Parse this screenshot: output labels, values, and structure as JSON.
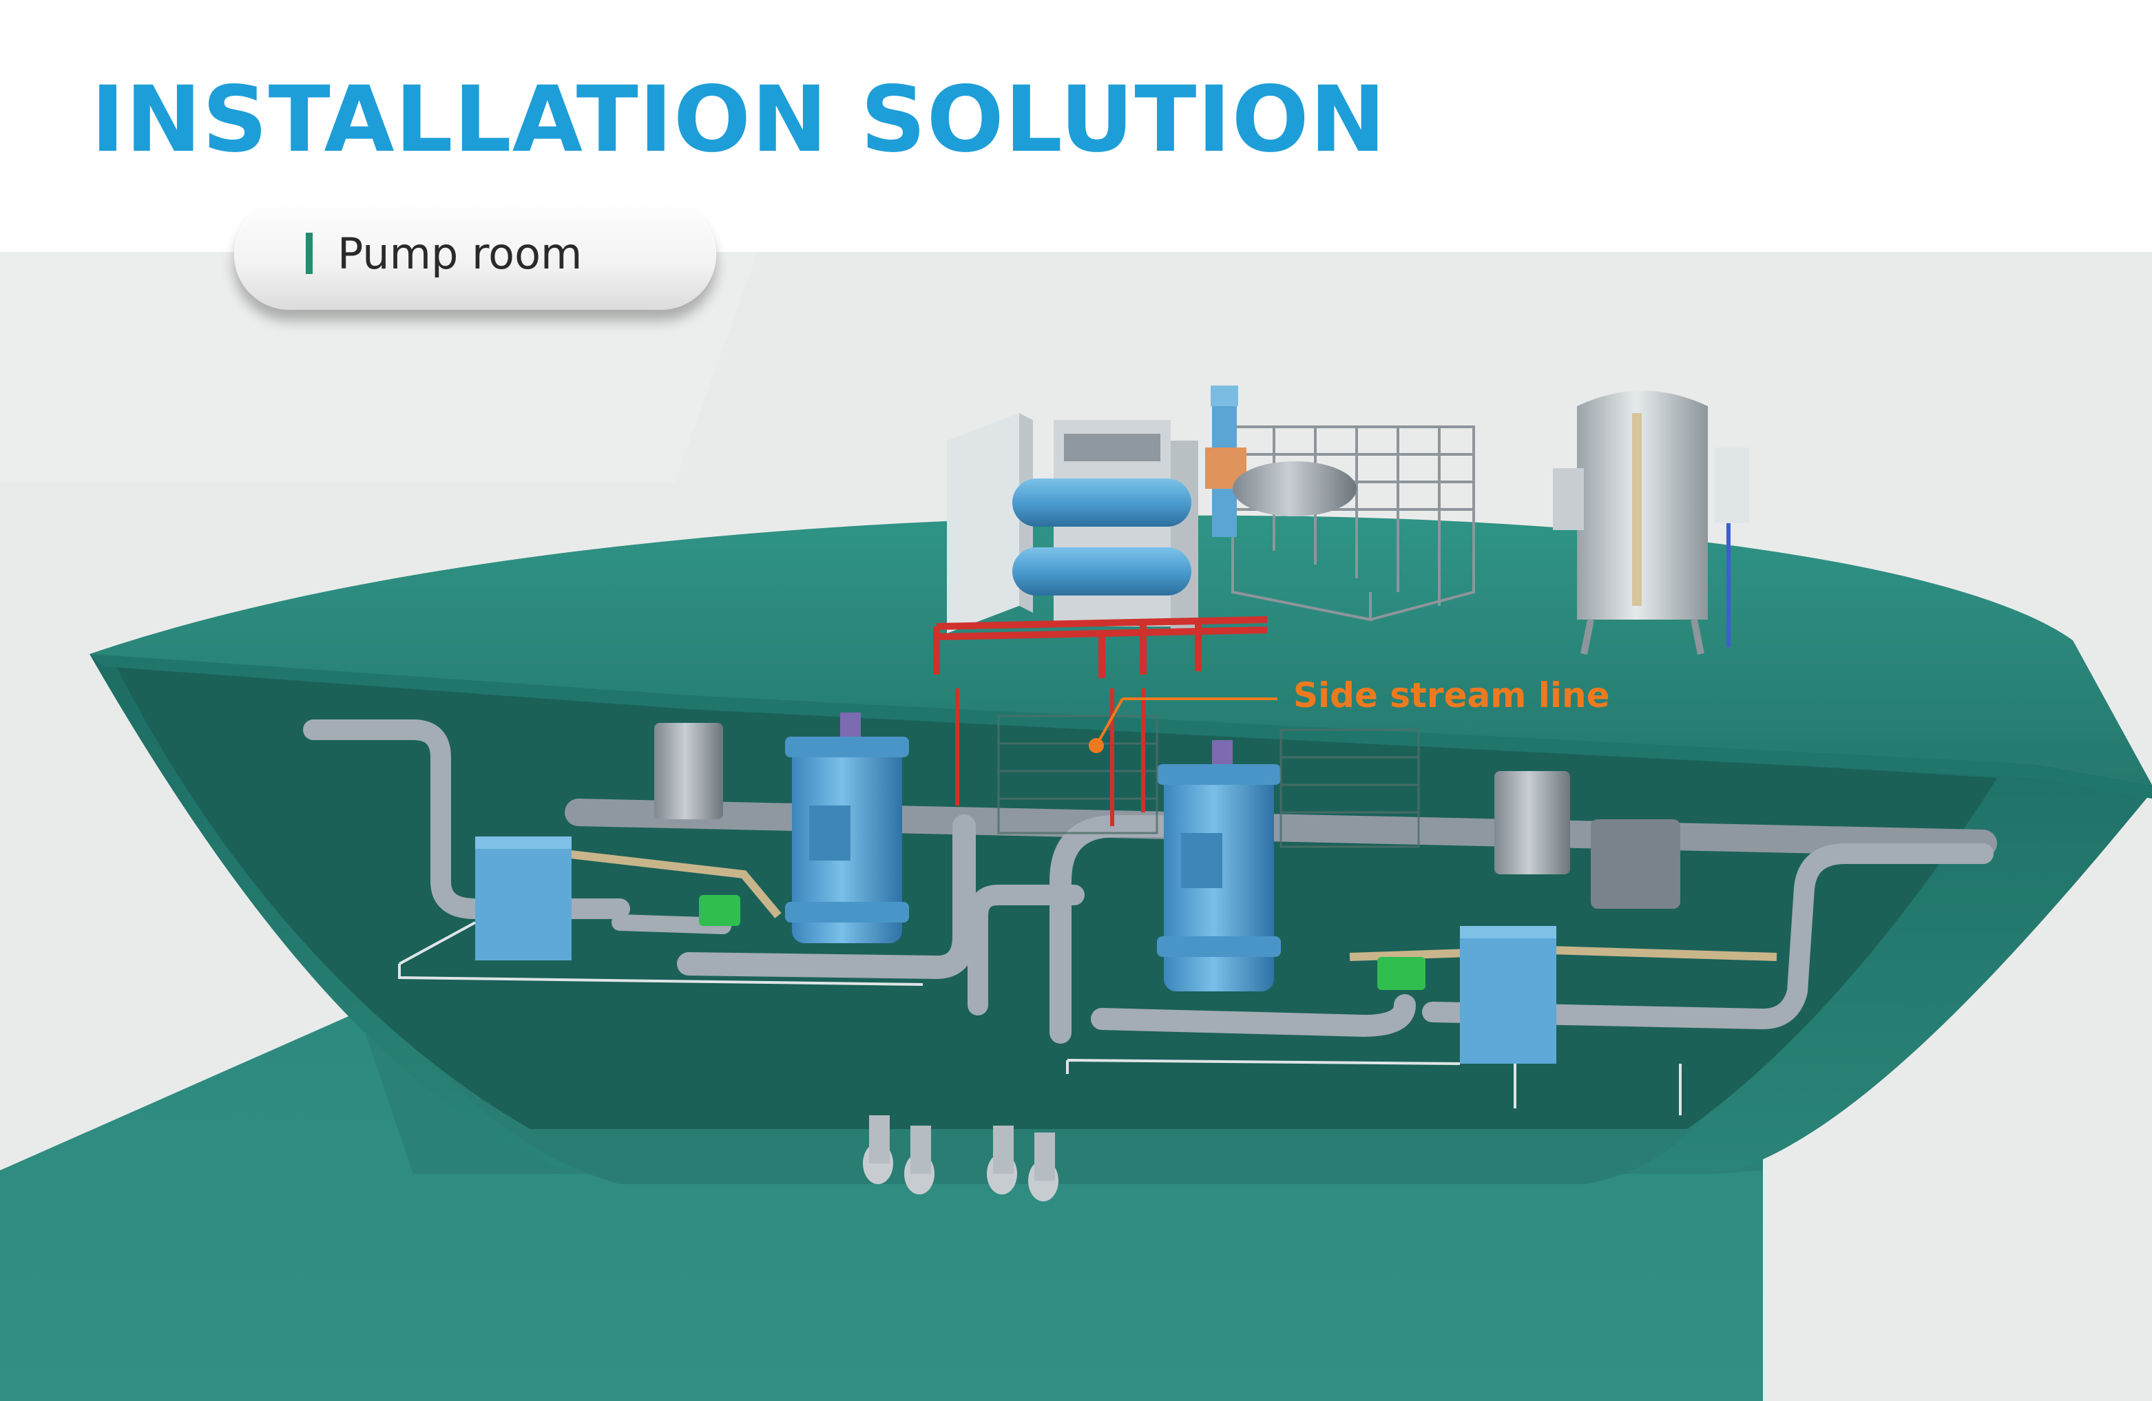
{
  "header": {
    "title": "INSTALLATION SOLUTION"
  },
  "section_tag": {
    "label": "Pump room"
  },
  "callouts": [
    {
      "label": "Side stream line"
    }
  ],
  "colors": {
    "title_blue": "#1e9ed8",
    "hull_teal": "#2e8b7e",
    "callout_orange": "#ee7a1f",
    "equipment_blue": "#5aa6d6",
    "pipe_grey": "#a8b0ba",
    "red_piping": "#d0312d",
    "background_grey": "#e9ebea"
  }
}
